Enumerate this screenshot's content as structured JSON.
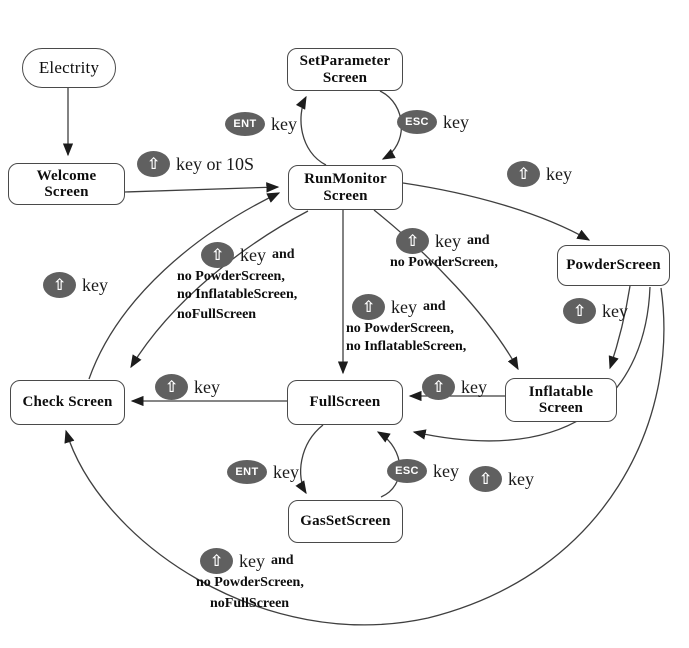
{
  "diagram_title": "Screen transition state diagram",
  "icons": {
    "shift": "⇧"
  },
  "nodes": {
    "electrity": {
      "label": "Electrity"
    },
    "welcome": {
      "label": "Welcome\nScreen"
    },
    "setparameter": {
      "label": "SetParameter\nScreen"
    },
    "runmonitor": {
      "label": "RunMonitor\nScreen"
    },
    "powder": {
      "label": "PowderScreen"
    },
    "check": {
      "label": "Check Screen"
    },
    "full": {
      "label": "FullScreen"
    },
    "inflatable": {
      "label": "Inflatable\nScreen"
    },
    "gasset": {
      "label": "GasSetScreen"
    }
  },
  "labels": {
    "welcome_run": {
      "key": "key or 10S"
    },
    "ent_top": {
      "btn": "ENT",
      "key": "key"
    },
    "esc_top": {
      "btn": "ESC",
      "key": "key"
    },
    "run_powder": {
      "key": "key"
    },
    "run_inflatable": {
      "key": "key",
      "and": "and",
      "cond1": "no PowderScreen,"
    },
    "run_full": {
      "key": "key",
      "and": "and",
      "cond1": "no PowderScreen,",
      "cond2": "no InflatableScreen,"
    },
    "run_check": {
      "key": "key",
      "and": "and",
      "cond1": "no PowderScreen,",
      "cond2": "no InflatableScreen,",
      "cond3": "noFullScreen"
    },
    "check_run": {
      "key": "key"
    },
    "powder_inflatable": {
      "key": "key"
    },
    "full_check": {
      "key": "key"
    },
    "inflatable_full": {
      "key": "key"
    },
    "ent_bottom": {
      "btn": "ENT",
      "key": "key"
    },
    "esc_bottom": {
      "btn": "ESC",
      "key": "key"
    },
    "powder_full": {
      "key": "key"
    },
    "inflatable_check": {
      "key": "key",
      "and": "and",
      "cond1": "no PowderScreen,",
      "cond2": "noFullScreen"
    }
  },
  "edges": [
    {
      "from": "electrity",
      "to": "welcome",
      "label": ""
    },
    {
      "from": "welcome",
      "to": "runmonitor",
      "label": "shift key or 10S"
    },
    {
      "from": "runmonitor",
      "to": "setparameter",
      "label": "ENT key"
    },
    {
      "from": "setparameter",
      "to": "runmonitor",
      "label": "ESC key"
    },
    {
      "from": "runmonitor",
      "to": "powder",
      "label": "shift key"
    },
    {
      "from": "runmonitor",
      "to": "inflatable",
      "label": "shift key and no PowderScreen,"
    },
    {
      "from": "runmonitor",
      "to": "full",
      "label": "shift key and no PowderScreen, no InflatableScreen,"
    },
    {
      "from": "runmonitor",
      "to": "check",
      "label": "shift key and no PowderScreen, no InflatableScreen, noFullScreen"
    },
    {
      "from": "check",
      "to": "runmonitor",
      "label": "shift key"
    },
    {
      "from": "powder",
      "to": "inflatable",
      "label": "shift key"
    },
    {
      "from": "inflatable",
      "to": "full",
      "label": "shift key"
    },
    {
      "from": "full",
      "to": "check",
      "label": "shift key"
    },
    {
      "from": "full",
      "to": "gasset",
      "label": "ENT key"
    },
    {
      "from": "gasset",
      "to": "full",
      "label": "ESC key"
    },
    {
      "from": "powder",
      "to": "full",
      "label": "shift key"
    },
    {
      "from": "inflatable",
      "to": "check",
      "label": "shift key and no PowderScreen, noFullScreen"
    }
  ]
}
